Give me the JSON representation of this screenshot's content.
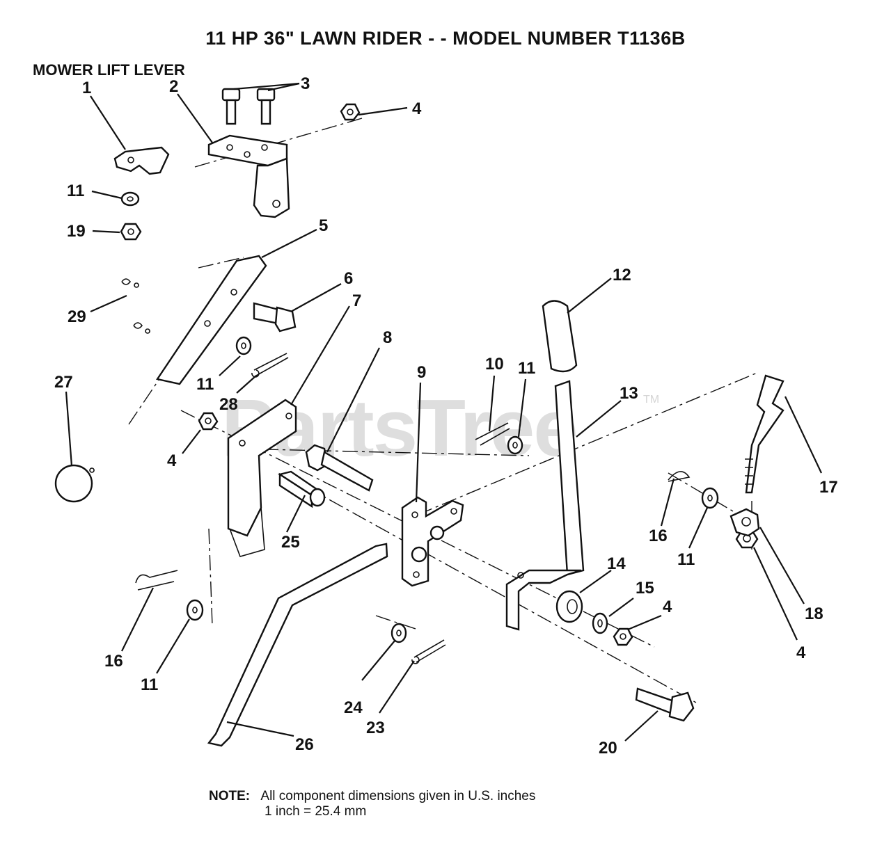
{
  "header": {
    "title": "11 HP 36\" LAWN RIDER - - MODEL NUMBER T1136B",
    "subtitle": "MOWER LIFT LEVER"
  },
  "callouts": {
    "c1": "1",
    "c2": "2",
    "c3": "3",
    "c4a": "4",
    "c4b": "4",
    "c4c": "4",
    "c4d": "4",
    "c5": "5",
    "c6": "6",
    "c7": "7",
    "c8": "8",
    "c9": "9",
    "c10": "10",
    "c11a": "11",
    "c11b": "11",
    "c11c": "11",
    "c11d": "11",
    "c11e": "11",
    "c12": "12",
    "c13": "13",
    "c14": "14",
    "c15": "15",
    "c16a": "16",
    "c16b": "16",
    "c17": "17",
    "c18": "18",
    "c19": "19",
    "c20": "20",
    "c23": "23",
    "c24": "24",
    "c25": "25",
    "c26": "26",
    "c27": "27",
    "c28": "28",
    "c29": "29"
  },
  "note": {
    "label": "NOTE:",
    "line1": "All component dimensions given in U.S. inches",
    "line2": "1 inch = 25.4 mm"
  },
  "watermark": {
    "text": "PartsTree",
    "tm": "TM"
  }
}
